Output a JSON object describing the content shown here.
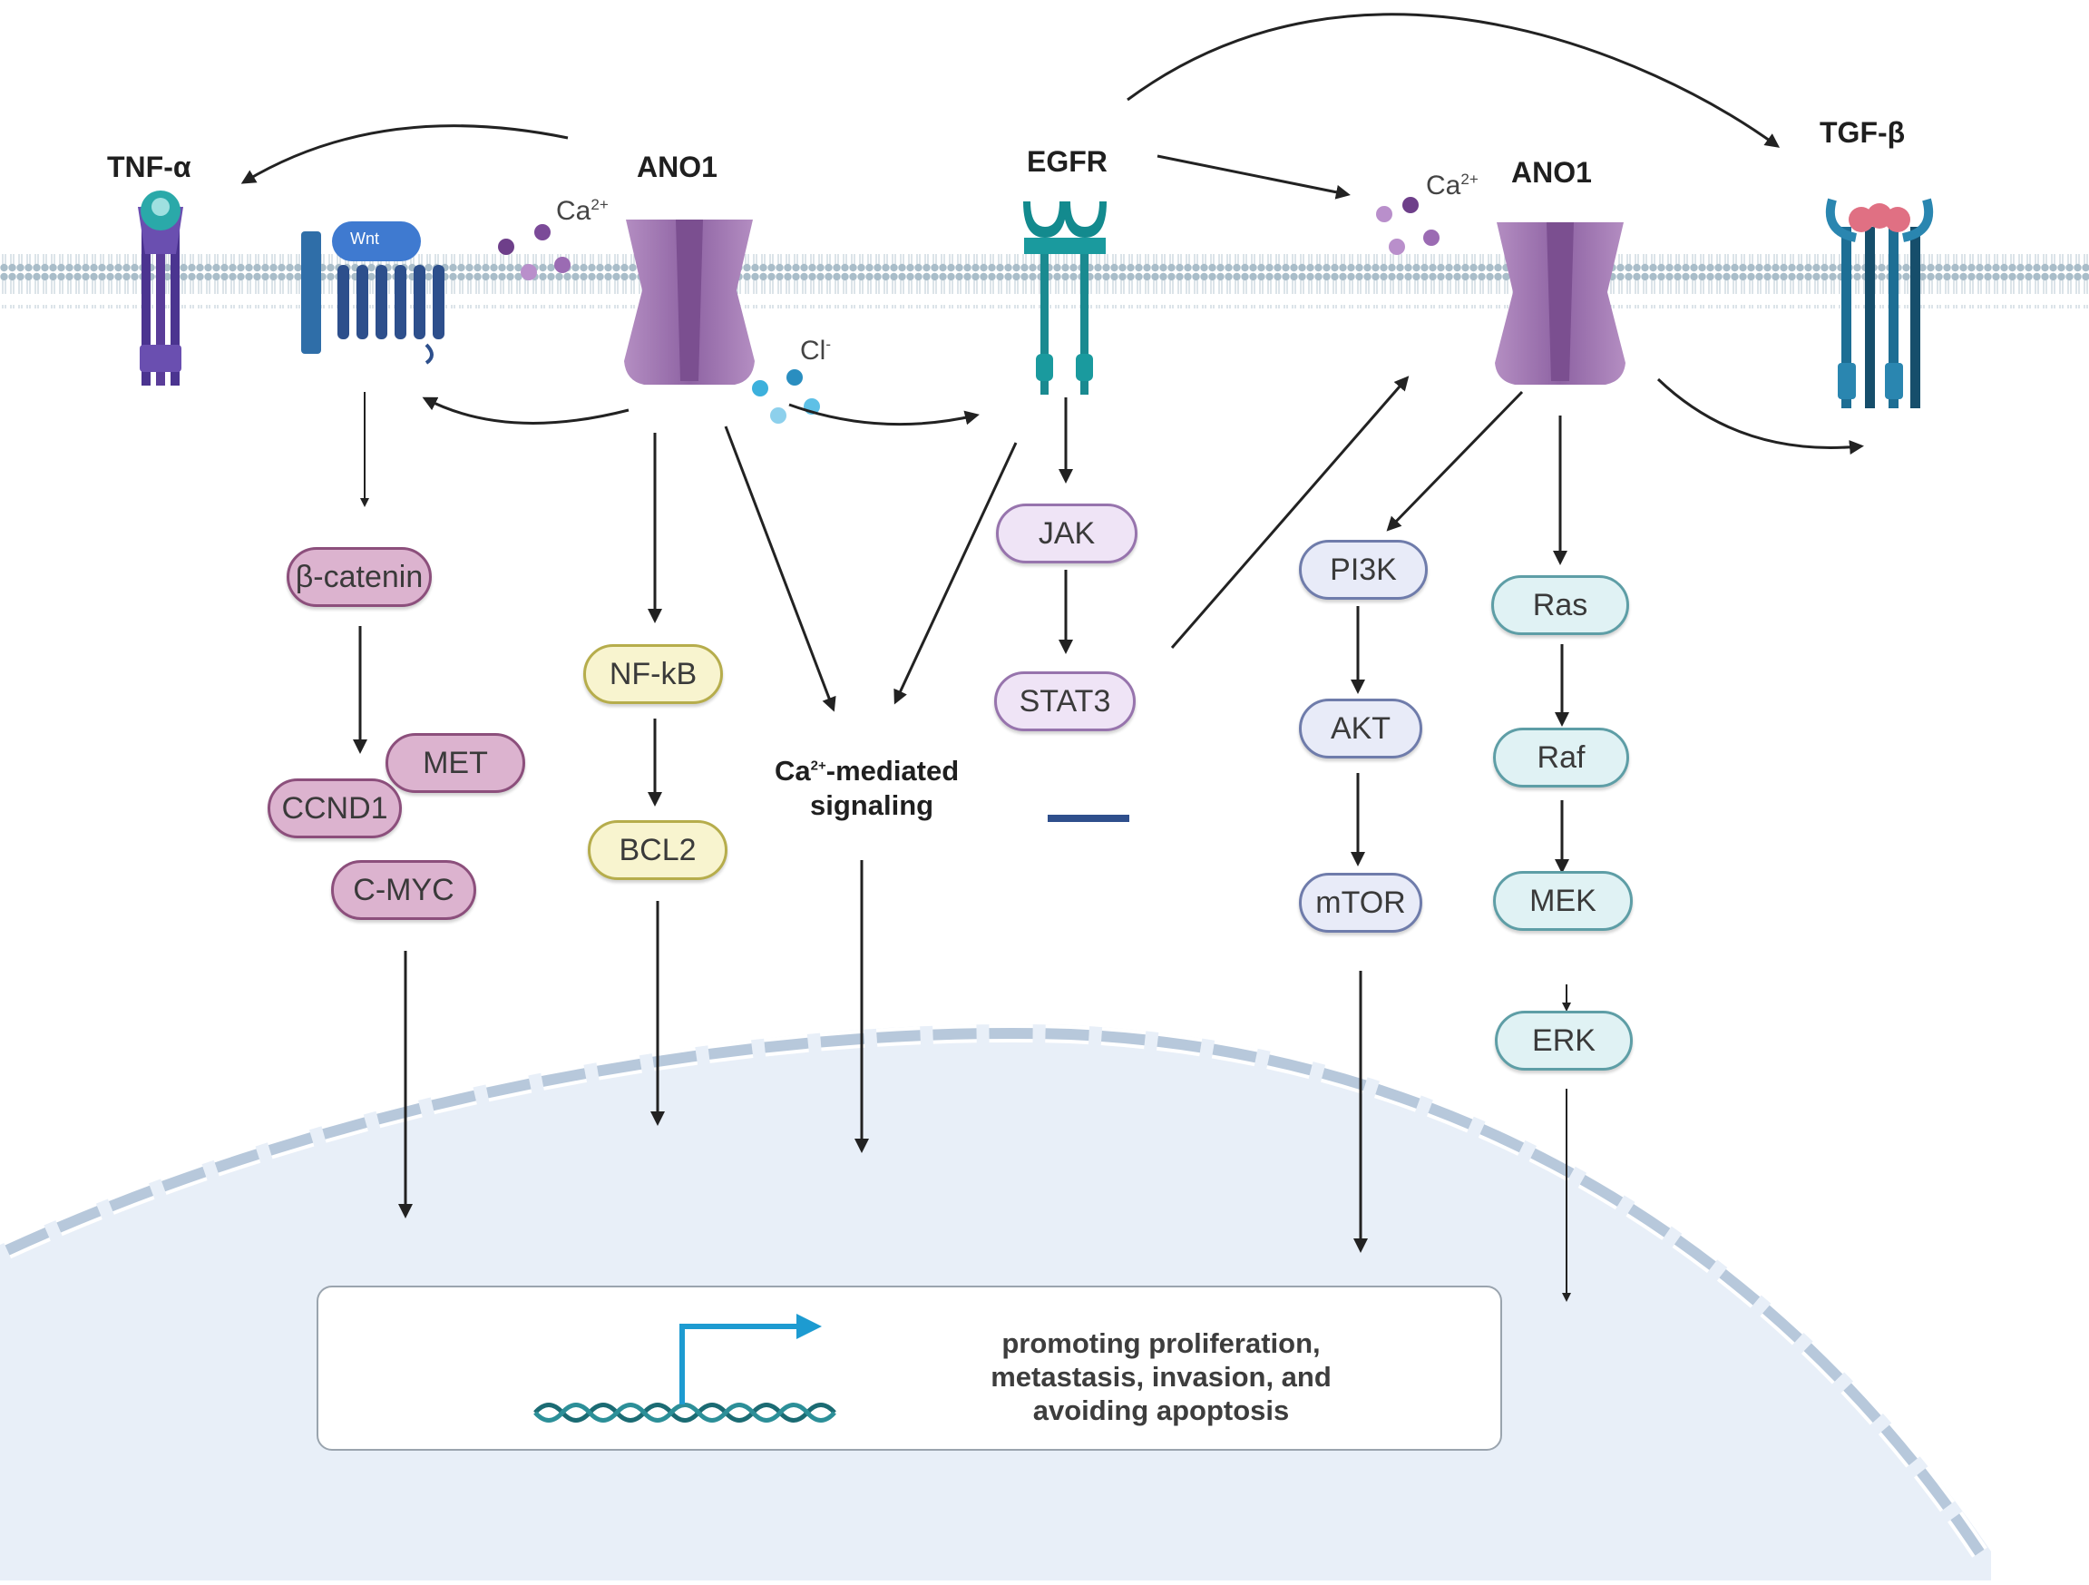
{
  "receptors": {
    "tnf_alpha": "TNF-α",
    "ano1_left": "ANO1",
    "egfr": "EGFR",
    "ano1_right": "ANO1",
    "tgf_beta": "TGF-β",
    "wnt": "Wnt"
  },
  "ions": {
    "ca_base": "Ca",
    "ca_charge": "2+",
    "cl_base": "Cl",
    "cl_charge": "-"
  },
  "ca_signaling": {
    "line1_base": "Ca",
    "line1_charge": "2+",
    "line1_rest": "-mediated",
    "line2": "signaling"
  },
  "wnt_pathway": {
    "beta_catenin": "β-catenin",
    "met": "MET",
    "ccnd1": "CCND1",
    "cmyc": "C-MYC"
  },
  "nfkb_pathway": {
    "nfkb": "NF-kB",
    "bcl2": "BCL2"
  },
  "jak_pathway": {
    "jak": "JAK",
    "stat3": "STAT3"
  },
  "pi3k_pathway": {
    "pi3k": "PI3K",
    "akt": "AKT",
    "mtor": "mTOR"
  },
  "ras_pathway": {
    "ras": "Ras",
    "raf": "Raf",
    "mek": "MEK",
    "erk": "ERK"
  },
  "outcome": {
    "line1": "promoting proliferation,",
    "line2": "metastasis, invasion, and",
    "line3": "avoiding apoptosis"
  },
  "colors": {
    "wnt_node_fill": "#dcb3cf",
    "wnt_node_border": "#8c4f7c",
    "nfkb_node_fill": "#f8f4cf",
    "nfkb_node_border": "#b6ad4c",
    "jak_node_fill": "#efe4f6",
    "jak_node_border": "#9774ad",
    "pi3k_node_fill": "#e8ebf8",
    "pi3k_node_border": "#6f7cab",
    "ras_node_fill": "#e0f2f4",
    "ras_node_border": "#5e9ea6",
    "ano1": "#a77fb5",
    "egfr": "#1a8a90",
    "tgf_beta": "#1d6e94",
    "tnf_alpha": "#5a3d99",
    "wnt_receptor": "#2f5d96",
    "nucleus": "#e8eff8"
  }
}
